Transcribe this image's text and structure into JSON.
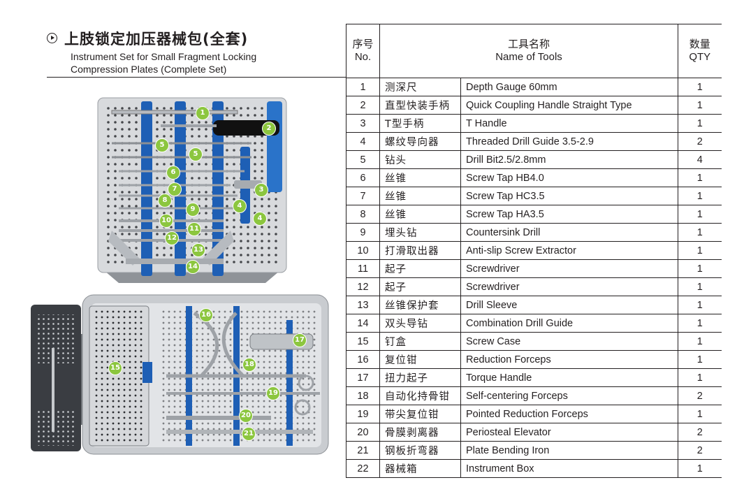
{
  "header": {
    "title_cn": "上肢锁定加压器械包(全套)",
    "title_en_line1": "Instrument Set for Small Fragment Locking",
    "title_en_line2": "Compression Plates (Complete Set)"
  },
  "table": {
    "col_no_cn": "序号",
    "col_no_en": "No.",
    "col_name_cn": "工具名称",
    "col_name_en": "Name of Tools",
    "col_qty_cn": "数量",
    "col_qty_en": "QTY",
    "rows": [
      {
        "no": "1",
        "cn": "测深尺",
        "en": "Depth Gauge 60mm",
        "qty": "1"
      },
      {
        "no": "2",
        "cn": "直型快装手柄",
        "en": "Quick Coupling Handle Straight Type",
        "qty": "1"
      },
      {
        "no": "3",
        "cn": "T型手柄",
        "en": "T Handle",
        "qty": "1"
      },
      {
        "no": "4",
        "cn": "螺纹导向器",
        "en": "Threaded Drill Guide 3.5-2.9",
        "qty": "2"
      },
      {
        "no": "5",
        "cn": "钻头",
        "en": "Drill Bit2.5/2.8mm",
        "qty": "4"
      },
      {
        "no": "6",
        "cn": "丝锥",
        "en": "Screw Tap HB4.0",
        "qty": "1"
      },
      {
        "no": "7",
        "cn": "丝锥",
        "en": "Screw Tap HC3.5",
        "qty": "1"
      },
      {
        "no": "8",
        "cn": "丝锥",
        "en": "Screw Tap HA3.5",
        "qty": "1"
      },
      {
        "no": "9",
        "cn": "埋头钻",
        "en": "Countersink Drill",
        "qty": "1"
      },
      {
        "no": "10",
        "cn": "打滑取出器",
        "en": "Anti-slip Screw Extractor",
        "qty": "1"
      },
      {
        "no": "11",
        "cn": "起子",
        "en": "Screwdriver",
        "qty": "1"
      },
      {
        "no": "12",
        "cn": "起子",
        "en": "Screwdriver",
        "qty": "1"
      },
      {
        "no": "13",
        "cn": "丝锥保护套",
        "en": "Drill Sleeve",
        "qty": "1"
      },
      {
        "no": "14",
        "cn": "双头导钻",
        "en": "Combination Drill Guide",
        "qty": "1"
      },
      {
        "no": "15",
        "cn": "钉盒",
        "en": "Screw Case",
        "qty": "1"
      },
      {
        "no": "16",
        "cn": "复位钳",
        "en": "Reduction Forceps",
        "qty": "1"
      },
      {
        "no": "17",
        "cn": "扭力起子",
        "en": "Torque Handle",
        "qty": "1"
      },
      {
        "no": "18",
        "cn": "自动化持骨钳",
        "en": "Self-centering Forceps",
        "qty": "2"
      },
      {
        "no": "19",
        "cn": "带尖复位钳",
        "en": "Pointed Reduction Forceps",
        "qty": "1"
      },
      {
        "no": "20",
        "cn": "骨膜剥离器",
        "en": "Periosteal Elevator",
        "qty": "2"
      },
      {
        "no": "21",
        "cn": "钢板折弯器",
        "en": "Plate Bending Iron",
        "qty": "2"
      },
      {
        "no": "22",
        "cn": "器械箱",
        "en": "Instrument Box",
        "qty": "1"
      }
    ]
  },
  "tray_top": {
    "badges": [
      "1",
      "2",
      "3",
      "4",
      "4",
      "5",
      "5",
      "6",
      "7",
      "8",
      "9",
      "10",
      "11",
      "12",
      "13",
      "14"
    ]
  },
  "tray_bottom": {
    "badges": [
      "15",
      "16",
      "17",
      "18",
      "19",
      "20",
      "21"
    ]
  },
  "colors": {
    "badge": "#8cc63f",
    "rail_blue": "#1e5fb5",
    "tray_metal": "#c9ccd0",
    "lid_dark": "#3a3d42"
  }
}
